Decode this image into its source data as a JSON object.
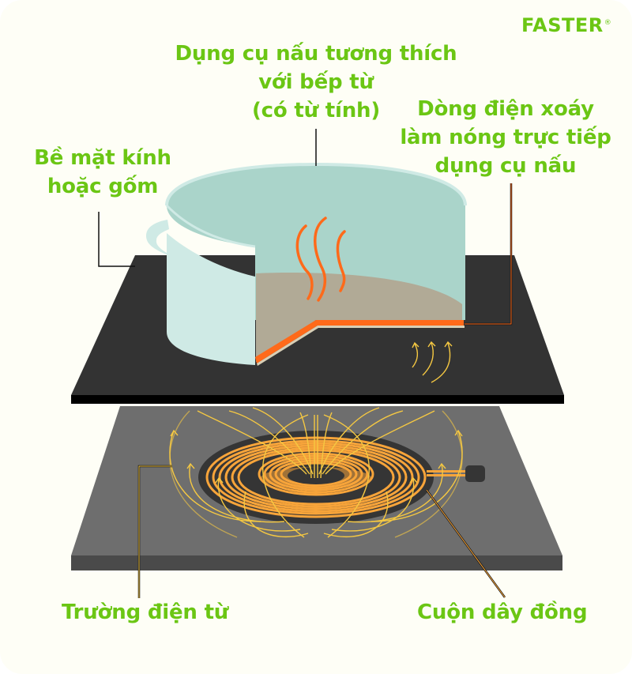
{
  "brand": {
    "logo_text": "FASTER",
    "registered_mark": "®"
  },
  "labels": {
    "cookware": {
      "line1": "Dụng cụ nấu tương thích",
      "line2": "với bếp từ",
      "line3": "(có từ tính)"
    },
    "eddy_current": {
      "line1": "Dòng điện xoáy",
      "line2": "làm nóng trực tiếp",
      "line3": "dụng cụ nấu"
    },
    "surface": {
      "line1": "Bề mặt kính",
      "line2": "hoặc gốm"
    },
    "electromagnetic_field": "Trường điện từ",
    "copper_coil": "Cuộn dây đồng"
  },
  "colors": {
    "background": "#fefef6",
    "label_green": "#6bc614",
    "glass_top": "#333333",
    "glass_edge": "#000000",
    "base_top": "#6e6e6e",
    "base_edge": "#4a4a4a",
    "coil_plate": "#353535",
    "coil_copper": "#f7a43a",
    "field_lines": "#f5c842",
    "pot_outer": "#cfeae5",
    "pot_inner": "#aad4ca",
    "pot_food": "#b1aa96",
    "heat_orange": "#ff6a1a",
    "leader_line": "#111111"
  }
}
